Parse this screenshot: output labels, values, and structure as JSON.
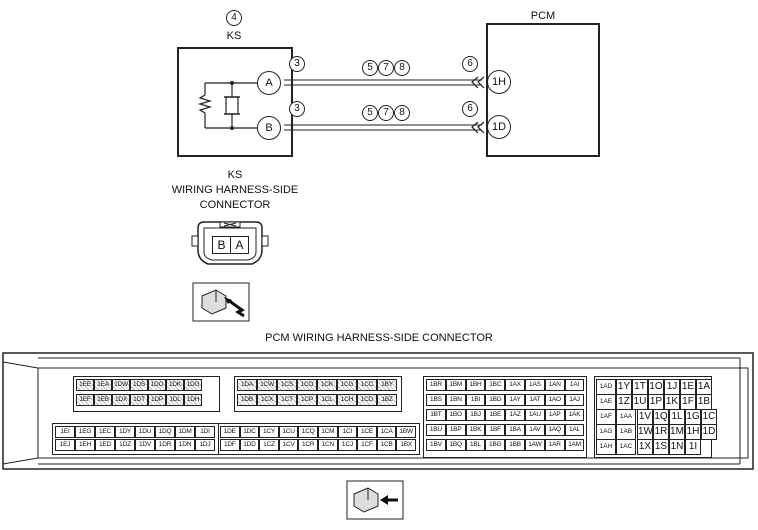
{
  "ks_component": {
    "ref_num": "4",
    "label": "KS",
    "pin_a": "A",
    "pin_b": "B"
  },
  "pcm_component": {
    "label": "PCM",
    "pin_top": "1H",
    "pin_bottom": "1D"
  },
  "wire_refs": {
    "left_num": "3",
    "mid_nums": [
      "5",
      "7",
      "8"
    ],
    "right_num": "6"
  },
  "ks_connector": {
    "title_lines": [
      "KS",
      "WIRING HARNESS-SIDE",
      "CONNECTOR"
    ],
    "pins": [
      "B",
      "A"
    ]
  },
  "pcm_connector": {
    "title": "PCM WIRING HARNESS-SIDE CONNECTOR",
    "block1_rows": [
      [
        "1EE",
        "1EA",
        "1DW",
        "1DS",
        "1DO",
        "1DK",
        "1DG"
      ],
      [
        "1EF",
        "1EB",
        "1DX",
        "1DT",
        "1DP",
        "1DL",
        "1DH"
      ],
      [
        "1EI",
        "1EG",
        "1EC",
        "1DY",
        "1DU",
        "1DQ",
        "1DM",
        "1DI"
      ],
      [
        "1EJ",
        "1EH",
        "1ED",
        "1DZ",
        "1DV",
        "1DR",
        "1DN",
        "1DJ"
      ]
    ],
    "block2_rows": [
      [
        "1DA",
        "1CW",
        "1CS",
        "1CO",
        "1CK",
        "1CG",
        "1CC",
        "1BY"
      ],
      [
        "1DB",
        "1CX",
        "1CT",
        "1CP",
        "1CL",
        "1CH",
        "1CD",
        "1BZ"
      ],
      [
        "1DE",
        "1DC",
        "1CY",
        "1CU",
        "1CQ",
        "1CM",
        "1CI",
        "1CE",
        "1CA",
        "1BW"
      ],
      [
        "1DF",
        "1DD",
        "1CZ",
        "1CV",
        "1CR",
        "1CN",
        "1CJ",
        "1CF",
        "1CB",
        "1BX"
      ]
    ],
    "block3_rows": [
      [
        "1BR",
        "1BM",
        "1BH",
        "1BC",
        "1AX",
        "1AS",
        "1AN",
        "1AI"
      ],
      [
        "1BS",
        "1BN",
        "1BI",
        "1BD",
        "1AY",
        "1AT",
        "1AO",
        "1AJ"
      ],
      [
        "1BT",
        "1BO",
        "1BJ",
        "1BE",
        "1AZ",
        "1AU",
        "1AP",
        "1AK"
      ],
      [
        "1BU",
        "1BP",
        "1BK",
        "1BF",
        "1BA",
        "1AV",
        "1AQ",
        "1AL"
      ],
      [
        "1BV",
        "1BQ",
        "1BL",
        "1BG",
        "1BB",
        "1AW",
        "1AR",
        "1AM"
      ]
    ],
    "block4_small": [
      "1AD",
      "1AE",
      "1AF",
      "1AG",
      "1AH"
    ],
    "block4_small2": [
      "1AA",
      "1AB",
      "1AC"
    ],
    "block4_rows": [
      [
        "1Y",
        "1T",
        "1O",
        "1J",
        "1E",
        "1A"
      ],
      [
        "1Z",
        "1U",
        "1P",
        "1K",
        "1F",
        "1B"
      ],
      [
        "1V",
        "1Q",
        "1L",
        "1G",
        "1C"
      ],
      [
        "1W",
        "1R",
        "1M",
        "1H",
        "1D"
      ],
      [
        "1X",
        "1S",
        "1N",
        "1I"
      ]
    ]
  }
}
